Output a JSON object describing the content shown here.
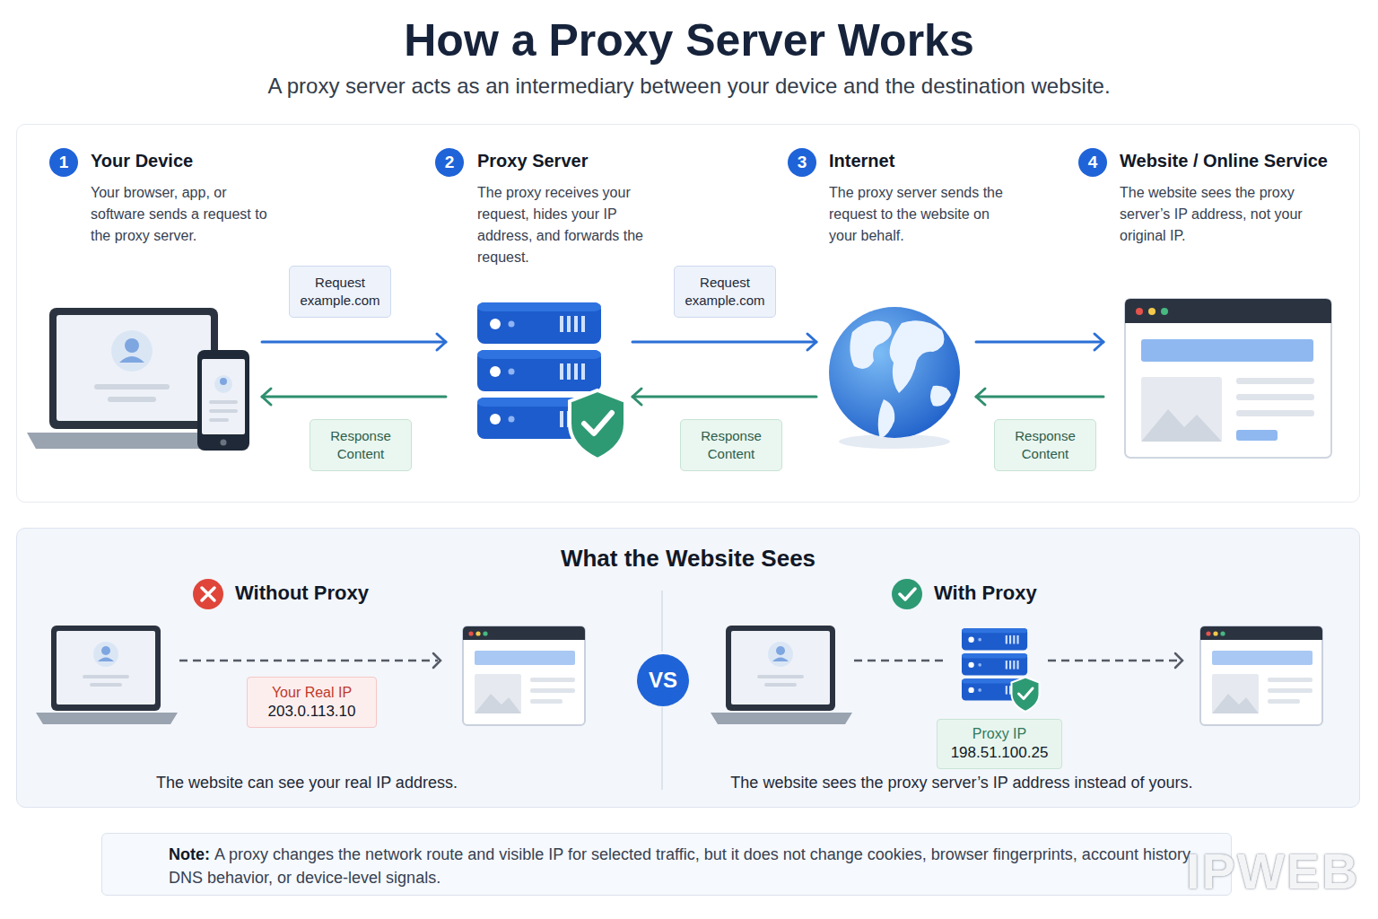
{
  "diagram": {
    "title": "How a Proxy Server Works",
    "nodes": [
      {
        "text": [
          "Your Device",
          "Your browser, app, or software sends a request to the proxy server."
        ]
      },
      {
        "text": [
          "1"
        ],
        "in": 0
      },
      {
        "text": [
          "Proxy Server",
          "The proxy receives your request, hides your IP address, and forwards the request."
        ]
      },
      {
        "text": [
          "2"
        ],
        "in": 2
      },
      {
        "text": [
          "Internet",
          "The proxy server sends the request to the website on your behalf."
        ]
      },
      {
        "text": [
          "3"
        ],
        "in": 4
      },
      {
        "text": [
          "Website / Online Service",
          "The website sees the proxy server’s IP address, not your original IP."
        ]
      },
      {
        "text": [
          "4"
        ],
        "in": 6
      },
      {
        "text": [
          "What the Website Sees"
        ]
      },
      {
        "text": [
          "Your Real IP",
          "203.0.113.10"
        ],
        "in": 8
      },
      {
        "text": [
          "VS"
        ],
        "in": 8
      },
      {
        "text": [
          "Proxy IP",
          "198.51.100.25"
        ],
        "in": 8
      },
      {
        "text": [
          "Note:",
          "A proxy changes the network route and visible IP for selected traffic, but it does not change cookies, browser fingerprints, account history, DNS behavior, or device-level signals."
        ]
      }
    ],
    "edges": [
      {
        "from": 0,
        "to": 2,
        "label": "Request example.com",
        "arrow": "to"
      },
      {
        "from": 2,
        "to": 0,
        "label": "Response Content",
        "arrow": "to"
      },
      {
        "from": 2,
        "to": 4,
        "label": "Request example.com",
        "arrow": "to"
      },
      {
        "from": 4,
        "to": 2,
        "label": "Response Content",
        "arrow": "to"
      },
      {
        "from": 4,
        "to": 6,
        "arrow": "to"
      },
      {
        "from": 6,
        "to": 4,
        "label": "Response Content",
        "arrow": "to"
      }
    ],
    "labels": [
      "A proxy server acts as an intermediary between your device and the destination website.",
      "Without Proxy",
      "With Proxy",
      "The website can see your real IP address.",
      "The website sees the proxy server’s IP address instead of yours.",
      "IPWEB"
    ]
  }
}
